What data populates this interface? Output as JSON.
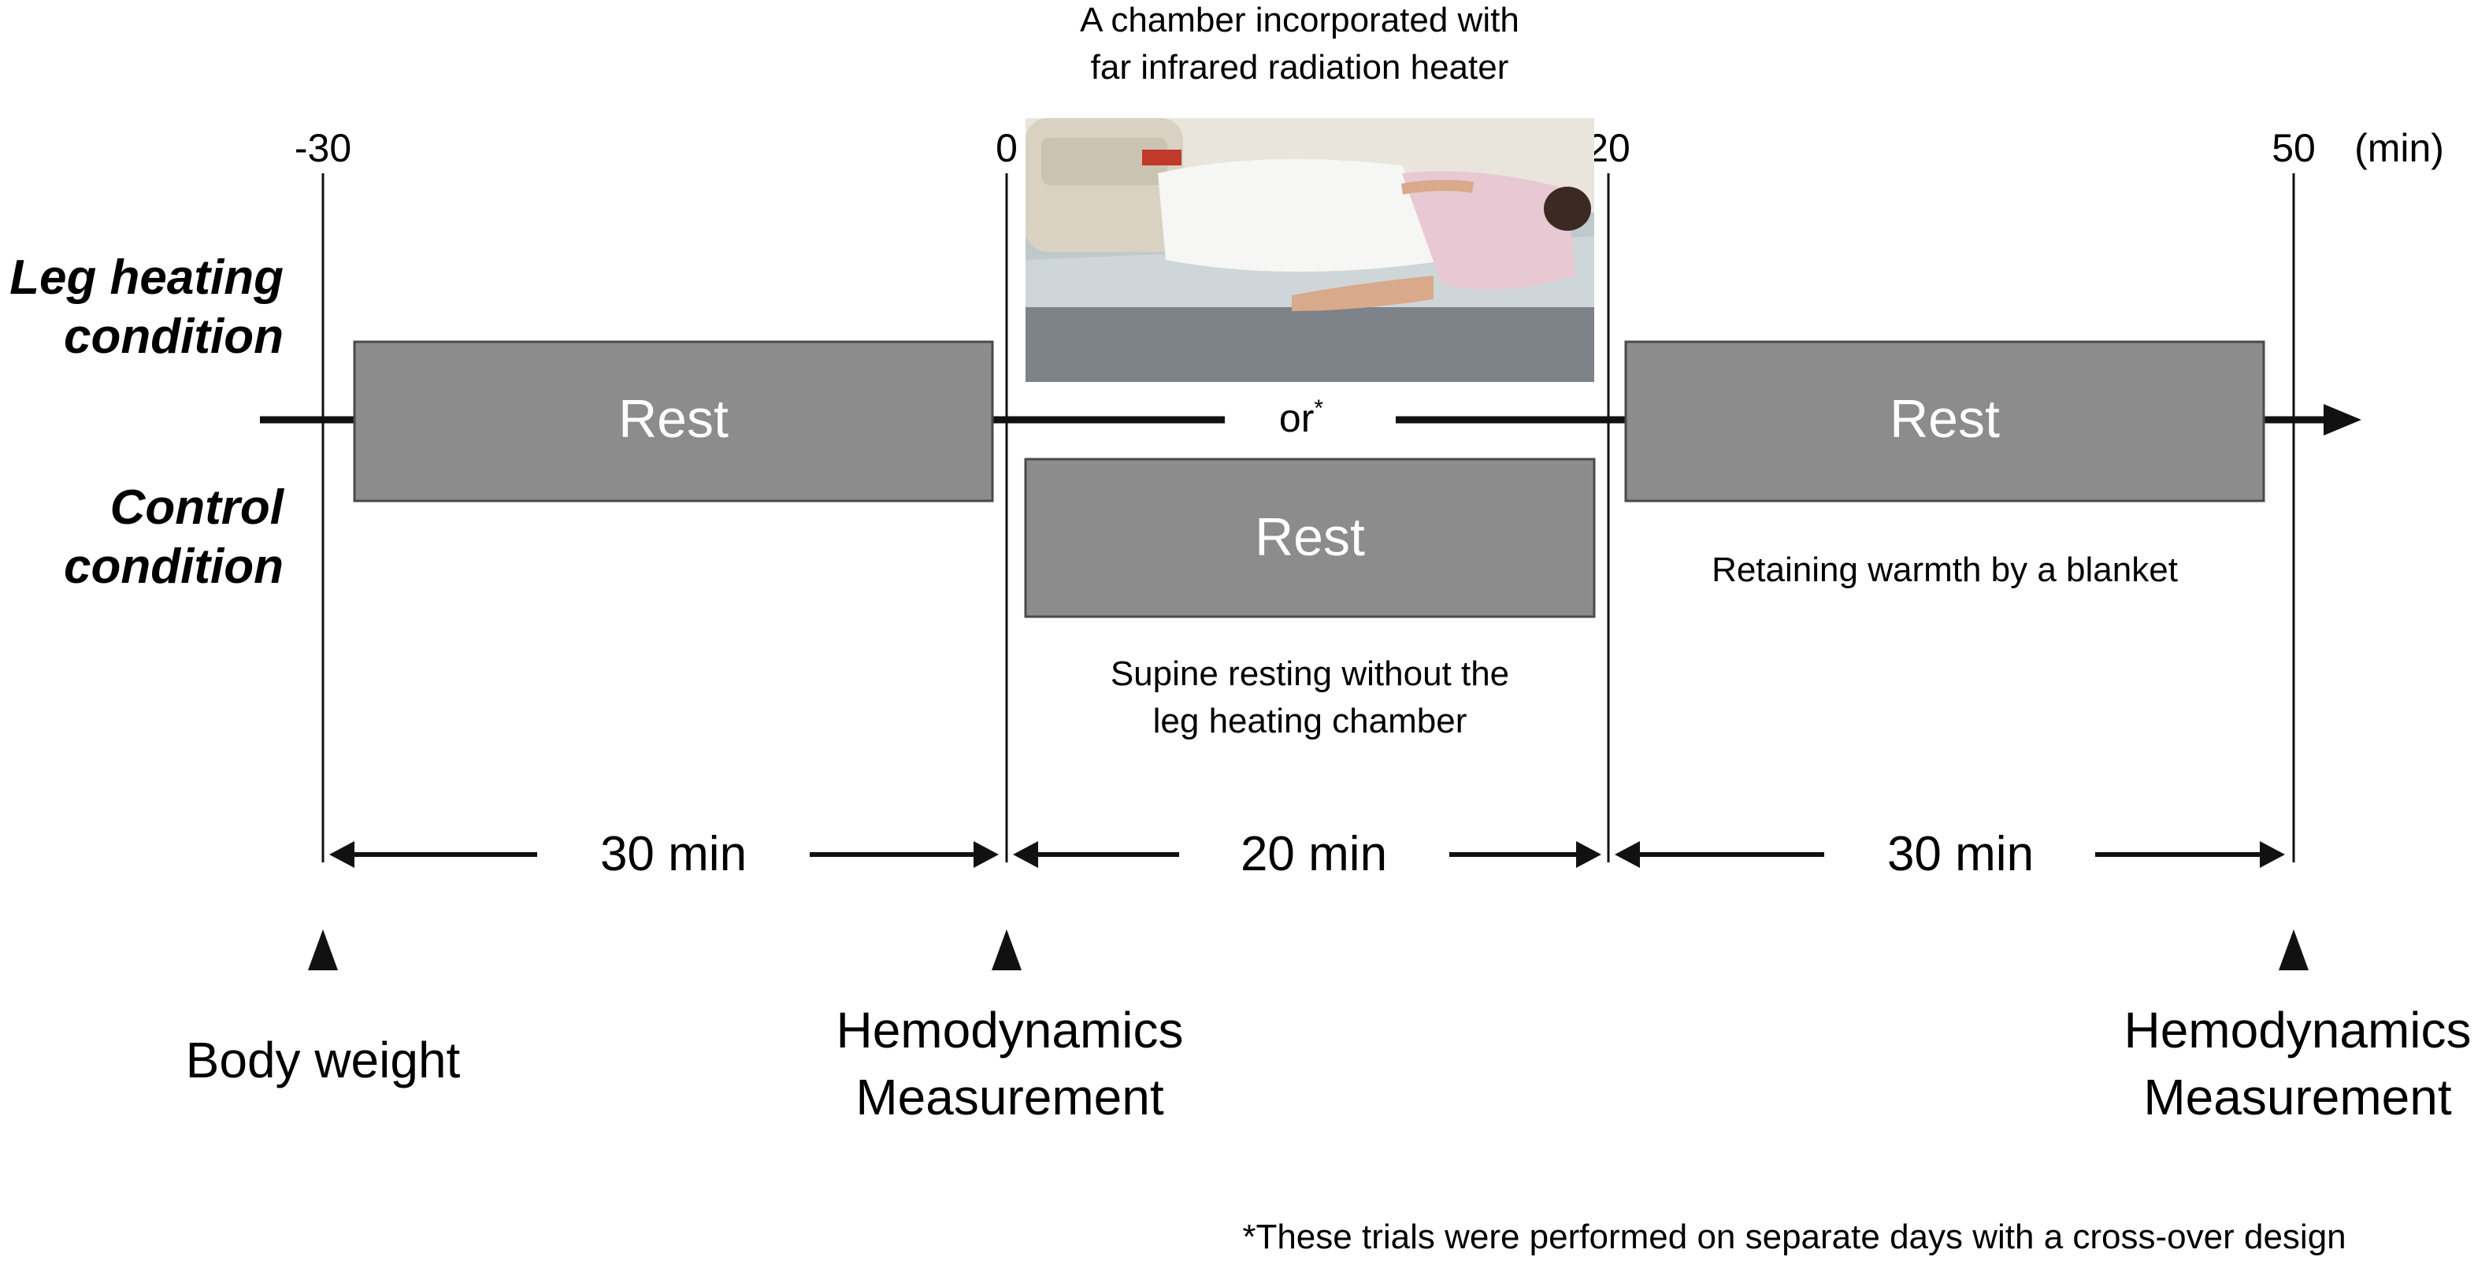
{
  "heater": {
    "caption_line1": "A chamber incorporated with",
    "caption_line2": "far infrared radiation heater"
  },
  "ticks": [
    {
      "label": "-30"
    },
    {
      "label": "0"
    },
    {
      "label": "20"
    },
    {
      "label": "50"
    }
  ],
  "unit": "(min)",
  "conditions": {
    "leg_line1": "Leg heating",
    "leg_line2": "condition",
    "control_line1": "Control",
    "control_line2": "condition"
  },
  "rest_blocks": {
    "pre": "Rest",
    "control": "Rest",
    "post": "Rest"
  },
  "or_label": "or",
  "or_mark": "*",
  "notes": {
    "supine_line1": "Supine resting without the",
    "supine_line2": "leg heating chamber",
    "warmth": "Retaining warmth by a blanket"
  },
  "durations": [
    "30 min",
    "20 min",
    "30 min"
  ],
  "measurements": {
    "body_weight": "Body weight",
    "hemo1_line1": "Hemodynamics",
    "hemo1_line2": "Measurement",
    "hemo2_line1": "Hemodynamics",
    "hemo2_line2": "Measurement"
  },
  "footnote": "*These trials were performed on separate days with a cross-over design",
  "colors": {
    "block_fill": "#8c8c8c",
    "block_stroke": "#4a4a4a",
    "line": "#111111",
    "text": "#111111",
    "block_text": "#ffffff"
  }
}
